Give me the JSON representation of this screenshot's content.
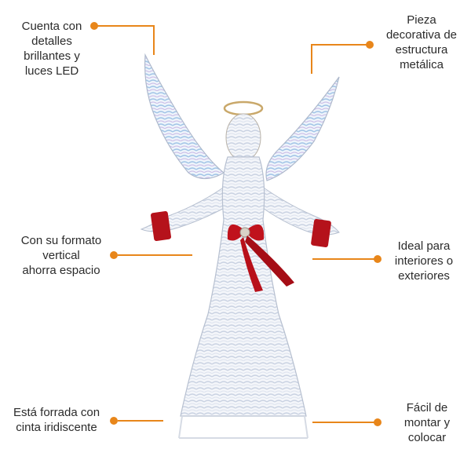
{
  "accent_color": "#e8861a",
  "product_image": "angel-figure",
  "callouts": [
    {
      "id": "led",
      "text": "Cuenta con\ndetalles\nbrillantes y\nluces LED"
    },
    {
      "id": "metal",
      "text": "Pieza\ndecorativa de\nestructura\nmetálica"
    },
    {
      "id": "vertical",
      "text": "Con su formato\nvertical\nahorra espacio"
    },
    {
      "id": "indoor",
      "text": "Ideal para\ninteriores o\nexteriores"
    },
    {
      "id": "ribbon",
      "text": "Está forrada con\ncinta iridiscente"
    },
    {
      "id": "mount",
      "text": "Fácil de\nmontar y\ncolocar"
    }
  ]
}
